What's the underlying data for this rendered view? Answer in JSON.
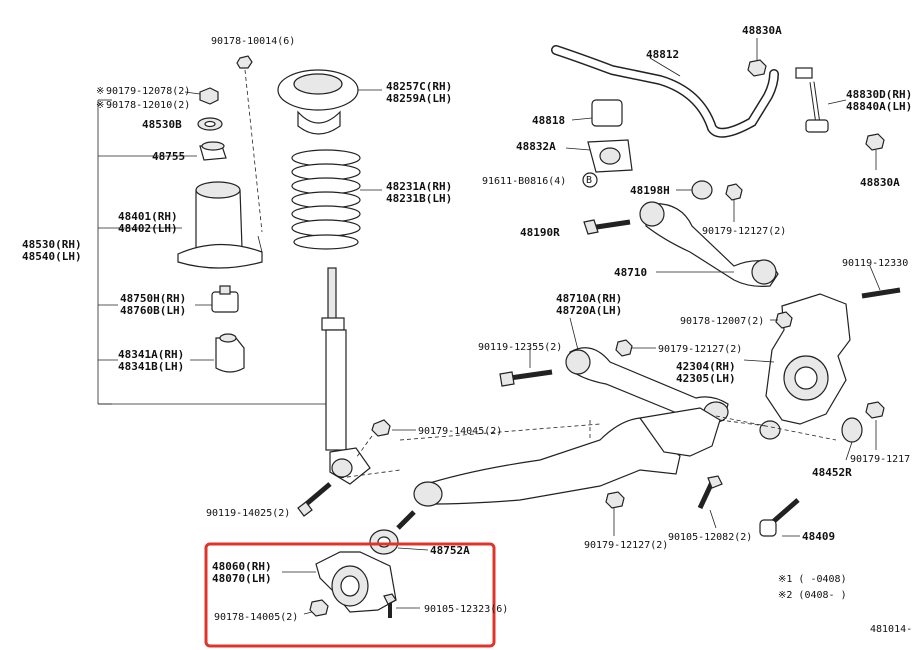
{
  "labels": {
    "p_90178_10014": "90178-10014(6)",
    "p_90179_12078": "90179-12078(2)",
    "p_90178_12010": "90178-12010(2)",
    "mark_a": "※",
    "mark_b": "※",
    "p_48530B": "48530B",
    "p_48755": "48755",
    "p_48401": "48401(RH)",
    "p_48402": "48402(LH)",
    "p_48530": "48530(RH)",
    "p_48540": "48540(LH)",
    "p_48750H": "48750H(RH)",
    "p_48760B": "48760B(LH)",
    "p_48341A": "48341A(RH)",
    "p_48341B": "48341B(LH)",
    "p_48257C": "48257C(RH)",
    "p_48259A": "48259A(LH)",
    "p_48231A": "48231A(RH)",
    "p_48231B": "48231B(LH)",
    "p_90179_14045": "90179-14045(2)",
    "p_90119_14025": "90119-14025(2)",
    "p_48830A_top": "48830A",
    "p_48812": "48812",
    "p_48830D": "48830D(RH)",
    "p_48840A": "48840A(LH)",
    "p_48818": "48818",
    "p_48832A": "48832A",
    "p_91611": "91611-B0816(4)",
    "p_48830A_right": "48830A",
    "p_48198H": "48198H",
    "p_48190R": "48190R",
    "p_90179_12127_a": "90179-12127(2)",
    "p_48710": "48710",
    "p_90119_12330": "90119-12330",
    "p_48710A": "48710A(RH)",
    "p_48720A": "48720A(LH)",
    "p_90178_12007": "90178-12007(2)",
    "p_90119_12355": "90119-12355(2)",
    "p_90179_12127_b": "90179-12127(2)",
    "p_42304": "42304(RH)",
    "p_42305": "42305(LH)",
    "p_90179_1217": "90179-1217",
    "p_48452R": "48452R",
    "p_48752A": "48752A",
    "p_90179_12127_c": "90179-12127(2)",
    "p_90105_12082": "90105-12082(2)",
    "p_48409": "48409",
    "p_48060": "48060(RH)",
    "p_48070": "48070(LH)",
    "p_90178_14005": "90178-14005(2)",
    "p_90105_12323": "90105-12323(6)",
    "note1": "※1 (     -0408)",
    "note2": "※2 (0408-     )",
    "ref": "481014-"
  },
  "highlight_color": "#e0342b"
}
